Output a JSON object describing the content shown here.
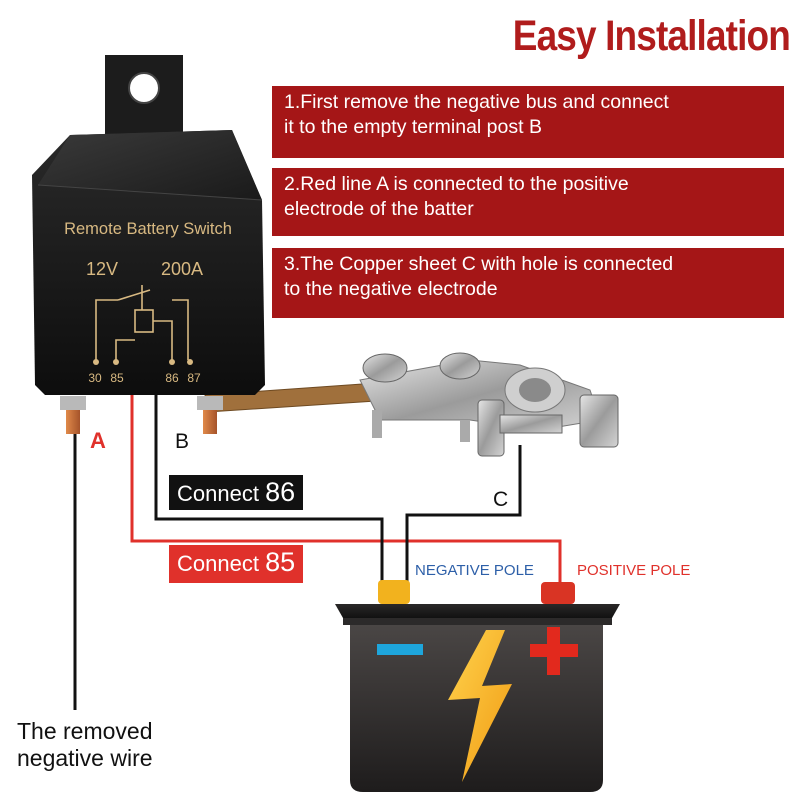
{
  "title": "Easy Installation",
  "steps": [
    {
      "line1": "1.First remove the negative bus and connect",
      "line2": "it to the empty terminal post  B"
    },
    {
      "line1": "2.Red line A is connected to the positive",
      "line2": "electrode of the batter"
    },
    {
      "line1": "3.The Copper sheet C with hole is connected",
      "line2": "to the negative electrode"
    }
  ],
  "relay": {
    "label": "Remote Battery Switch",
    "voltage": "12V",
    "current": "200A",
    "pins": [
      "30",
      "85",
      "86",
      "87"
    ]
  },
  "markers": {
    "a": "A",
    "b": "B",
    "c": "C"
  },
  "connect86": {
    "text": "Connect ",
    "num": "86"
  },
  "connect85": {
    "text": "Connect ",
    "num": "85"
  },
  "battery": {
    "negative_label": "NEGATIVE POLE",
    "positive_label": "POSITIVE POLE",
    "minus": "−",
    "plus": "+"
  },
  "removed_wire": {
    "line1": "The removed",
    "line2": "negative wire"
  },
  "colors": {
    "accent": "#a51617",
    "title": "#b01c1c",
    "wire_red": "#e0312b",
    "wire_black": "#111111",
    "blue_label": "#2d5fa8",
    "relay_text": "#d8b982"
  }
}
